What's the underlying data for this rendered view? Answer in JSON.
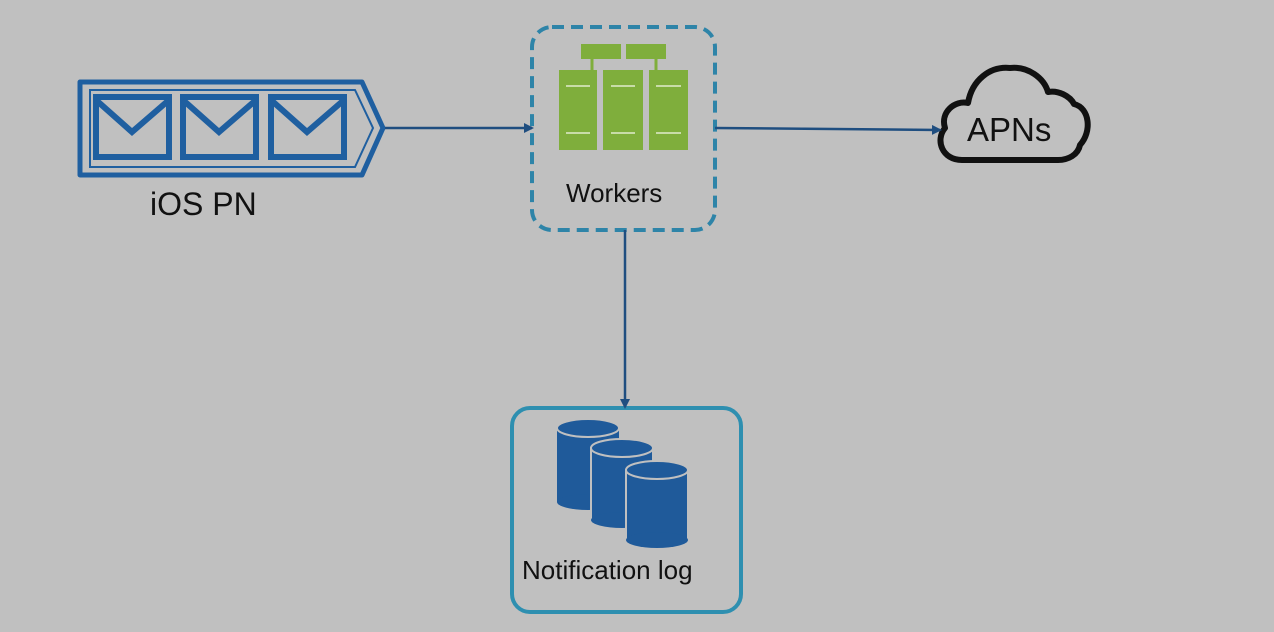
{
  "nodes": {
    "queue": {
      "label": "iOS PN",
      "icon": "message-queue-icon"
    },
    "workers": {
      "label": "Workers",
      "icon": "server-cluster-icon"
    },
    "cloud": {
      "label": "APNs",
      "icon": "cloud-icon"
    },
    "database": {
      "label": "Notification log",
      "icon": "database-icon"
    }
  },
  "edges": [
    {
      "from": "queue",
      "to": "workers"
    },
    {
      "from": "workers",
      "to": "cloud"
    },
    {
      "from": "workers",
      "to": "database"
    }
  ],
  "colors": {
    "background": "#c0c0c0",
    "queue_blue": "#1f5fa0",
    "arrow_blue": "#1f4e80",
    "server_green": "#7fae3c",
    "dashed_border": "#2e84a8",
    "db_border": "#2e8fb0",
    "db_blue": "#1f5a9a",
    "cloud_stroke": "#111111"
  }
}
